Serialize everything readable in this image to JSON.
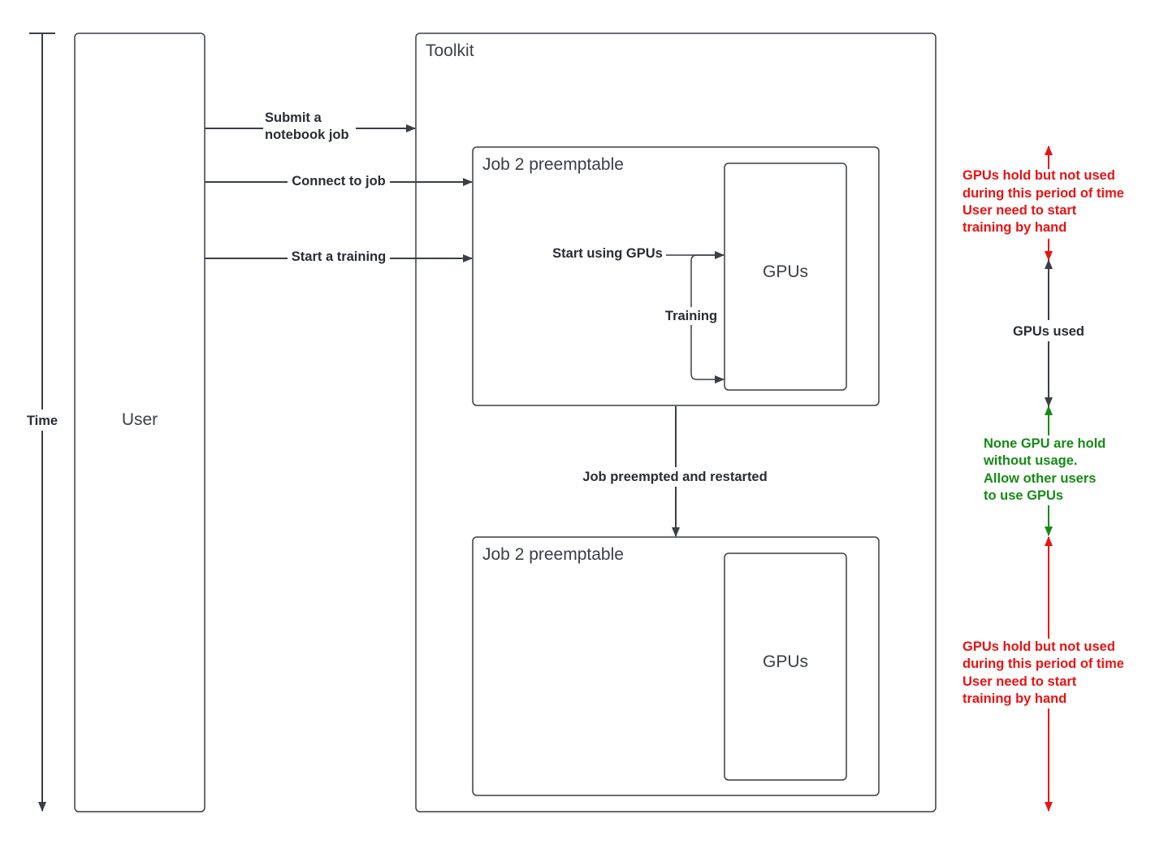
{
  "time_axis": {
    "label": "Time"
  },
  "user": {
    "label": "User"
  },
  "toolkit": {
    "title": "Toolkit"
  },
  "job_top": {
    "title": "Job 2 preemptable",
    "gpus": "GPUs"
  },
  "job_bottom": {
    "title": "Job 2 preemptable",
    "gpus": "GPUs"
  },
  "arrows": {
    "submit_line1": "Submit a",
    "submit_line2": "notebook job",
    "connect": "Connect to job",
    "start_training": "Start a training",
    "start_gpus": "Start using GPUs",
    "training": "Training",
    "preempted": "Job preempted and restarted"
  },
  "annotations": {
    "held_top": [
      "GPUs hold but not used",
      "during this period of time",
      "User need to start",
      "training by hand"
    ],
    "used": "GPUs used",
    "none_held": [
      "None GPU are hold",
      "without usage.",
      "Allow other users",
      "to use GPUs"
    ],
    "held_bottom": [
      "GPUs hold but not used",
      "during this period of time",
      "User need to start",
      "training by hand"
    ]
  },
  "colors": {
    "line": "#3a3f47",
    "red": "#e81313",
    "green": "#168a16"
  }
}
